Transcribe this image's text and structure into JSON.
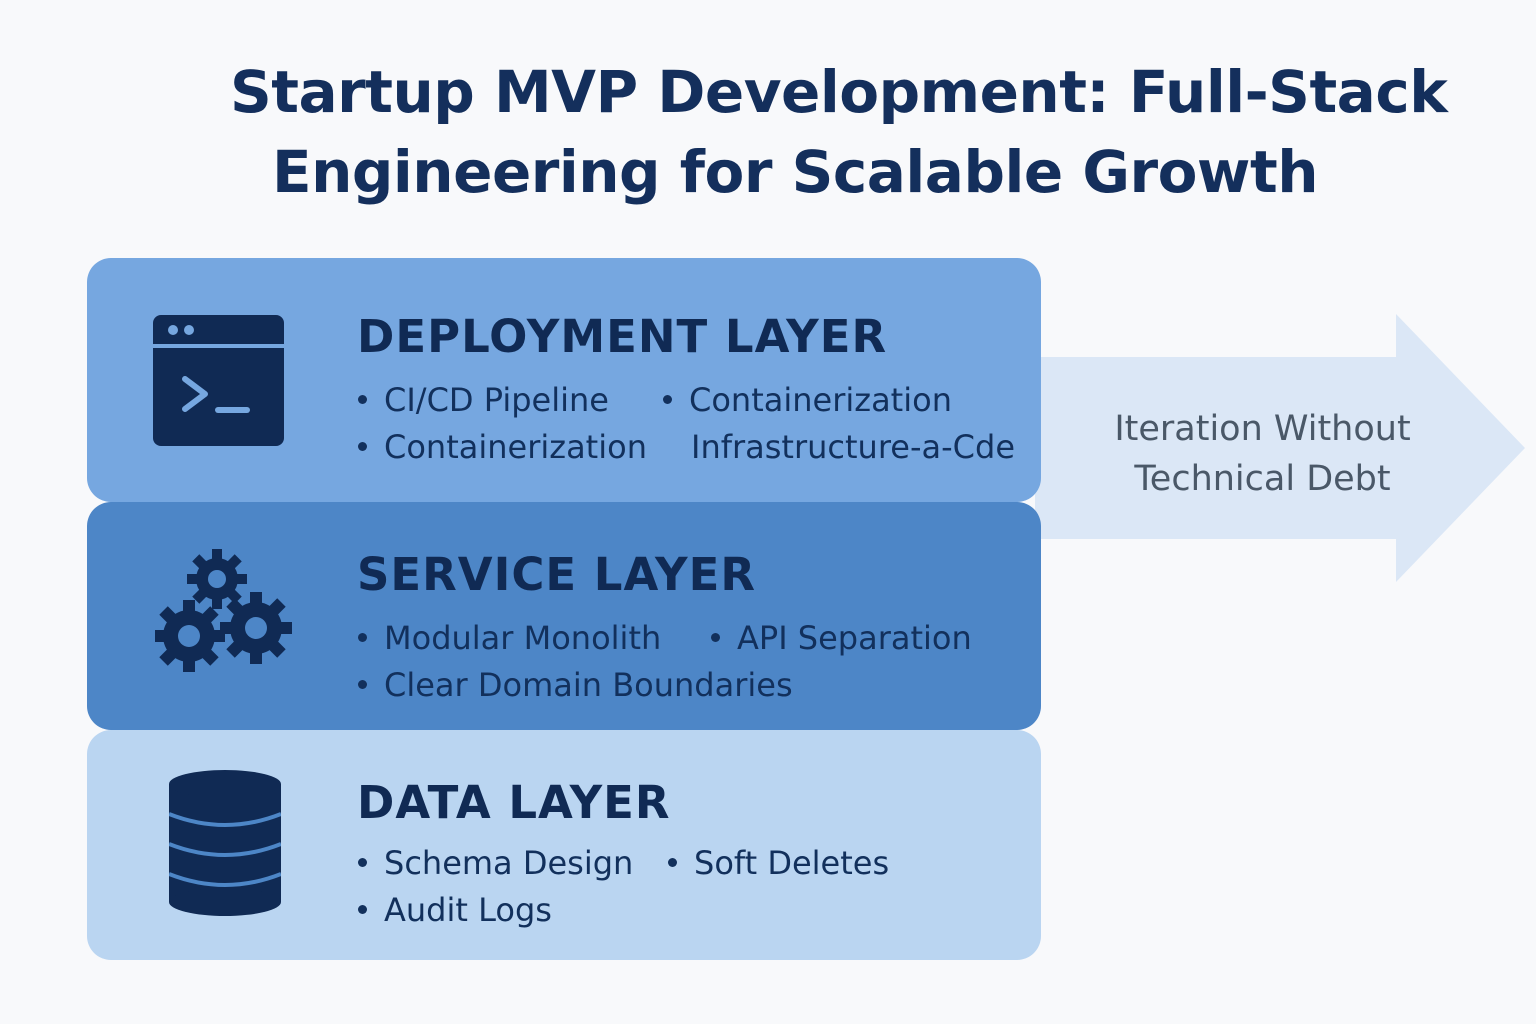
{
  "title": {
    "line1": "Startup MVP Development: Full-Stack",
    "line2": "Engineering for Scalable Growth"
  },
  "arrow": {
    "line1": "Iteration Without",
    "line2": "Technical Debt"
  },
  "layers": {
    "deployment": {
      "title": "DEPLOYMENT LAYER",
      "icon": "terminal-icon",
      "items": [
        "CI/CD Pipeline",
        "Containerization",
        "Containerization",
        "Infrastructure-a-Cde"
      ]
    },
    "service": {
      "title": "SERVICE LAYER",
      "icon": "gears-icon",
      "items": [
        "Modular Monolith",
        "API Separation",
        "Clear Domain Boundaries"
      ]
    },
    "data": {
      "title": "DATA LAYER",
      "icon": "database-icon",
      "items": [
        "Schema Design",
        "Soft Deletes",
        "Audit Logs"
      ]
    }
  },
  "colors": {
    "title": "#142f5c",
    "deployment_layer": "#76a7e0",
    "service_layer": "#4d86c7",
    "data_layer": "#bad5f1",
    "icon": "#102a54",
    "arrow": "#dbe7f6"
  }
}
